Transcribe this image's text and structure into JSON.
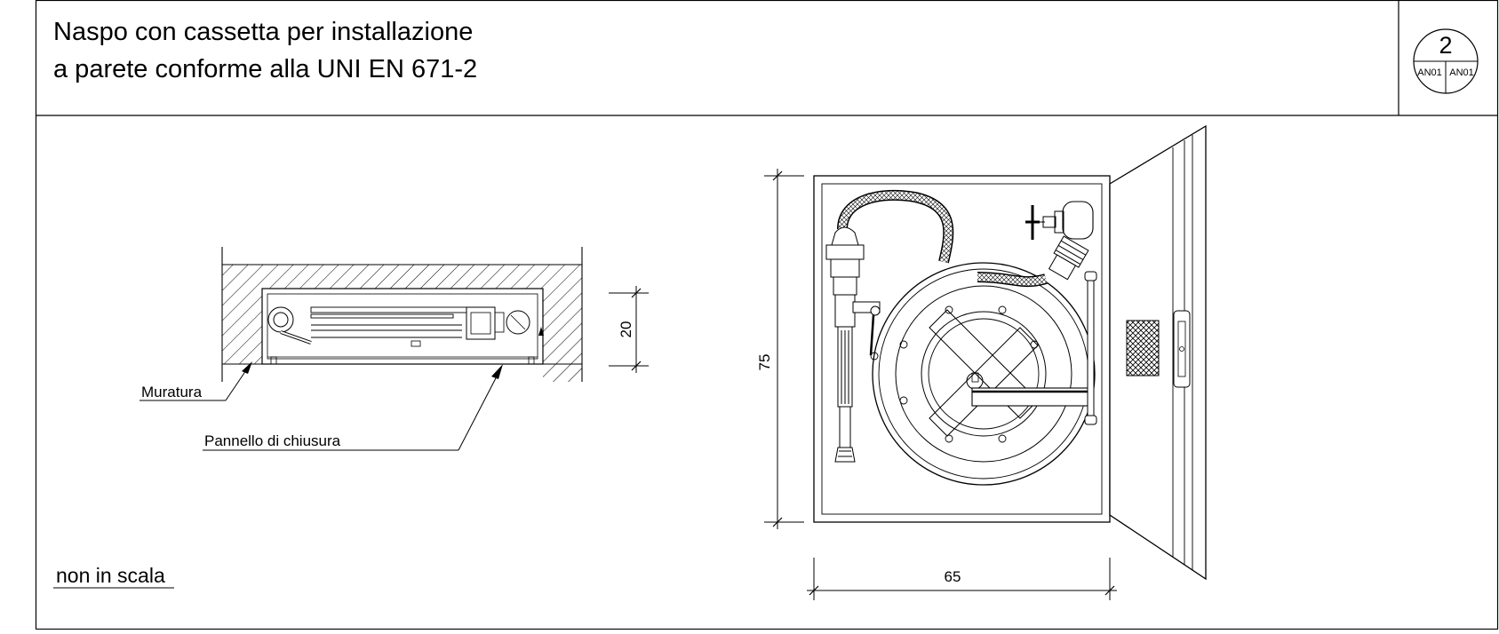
{
  "header": {
    "title_line1": "Naspo con cassetta per installazione",
    "title_line2": "a parete conforme alla UNI EN 671-2"
  },
  "sheet_tag": {
    "number": "2",
    "left_code": "AN01",
    "right_code": "AN01"
  },
  "section_view": {
    "labels": {
      "wall": "Muratura",
      "panel": "Pannello di chiusura"
    },
    "dimension_depth": "20"
  },
  "front_view": {
    "dimension_height": "75",
    "dimension_width": "65"
  },
  "note": "non in scala"
}
